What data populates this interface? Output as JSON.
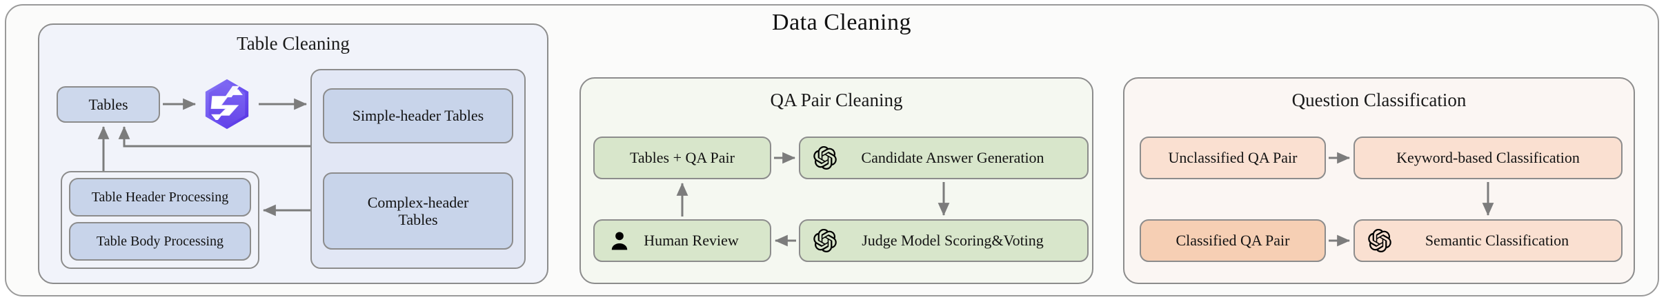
{
  "diagram": {
    "title": "Data Cleaning",
    "accent_colors": {
      "table_panel_bg": "#f1f3fa",
      "table_node_fill": "#cdd8ec",
      "qa_panel_bg": "#f5f8f1",
      "qa_node_fill": "#d8e6cb",
      "qc_panel_bg": "#fbf6f3",
      "qc_node_fill": "#fae0d1",
      "qc_node_fill_deep": "#f6cfb4",
      "stroke": "#8c8c8c",
      "logo_purple": "#6244e8"
    }
  },
  "panels": {
    "table_cleaning": {
      "title": "Table Cleaning",
      "nodes": {
        "tables": "Tables",
        "model_logo": "qwen-logo-icon",
        "simple_header": "Simple-header Tables",
        "complex_header_line1": "Complex-header",
        "complex_header_line2": "Tables",
        "table_header_processing": "Table Header Processing",
        "table_body_processing": "Table Body Processing"
      }
    },
    "qa_pair_cleaning": {
      "title": "QA Pair Cleaning",
      "nodes": {
        "tables_qa_pair": "Tables + QA Pair",
        "candidate_answer_generation": "Candidate Answer Generation",
        "judge_model_scoring_voting": "Judge Model Scoring&Voting",
        "human_review": "Human Review"
      },
      "icons": {
        "candidate_answer_generation": "openai-icon",
        "judge_model_scoring_voting": "openai-icon",
        "human_review": "person-icon"
      }
    },
    "question_classification": {
      "title": "Question Classification",
      "nodes": {
        "unclassified_qa_pair": "Unclassified  QA Pair",
        "keyword_based_classification": "Keyword-based Classification",
        "classified_qa_pair": "Classified  QA Pair",
        "semantic_classification": "Semantic Classification"
      },
      "icons": {
        "semantic_classification": "openai-icon"
      }
    }
  }
}
